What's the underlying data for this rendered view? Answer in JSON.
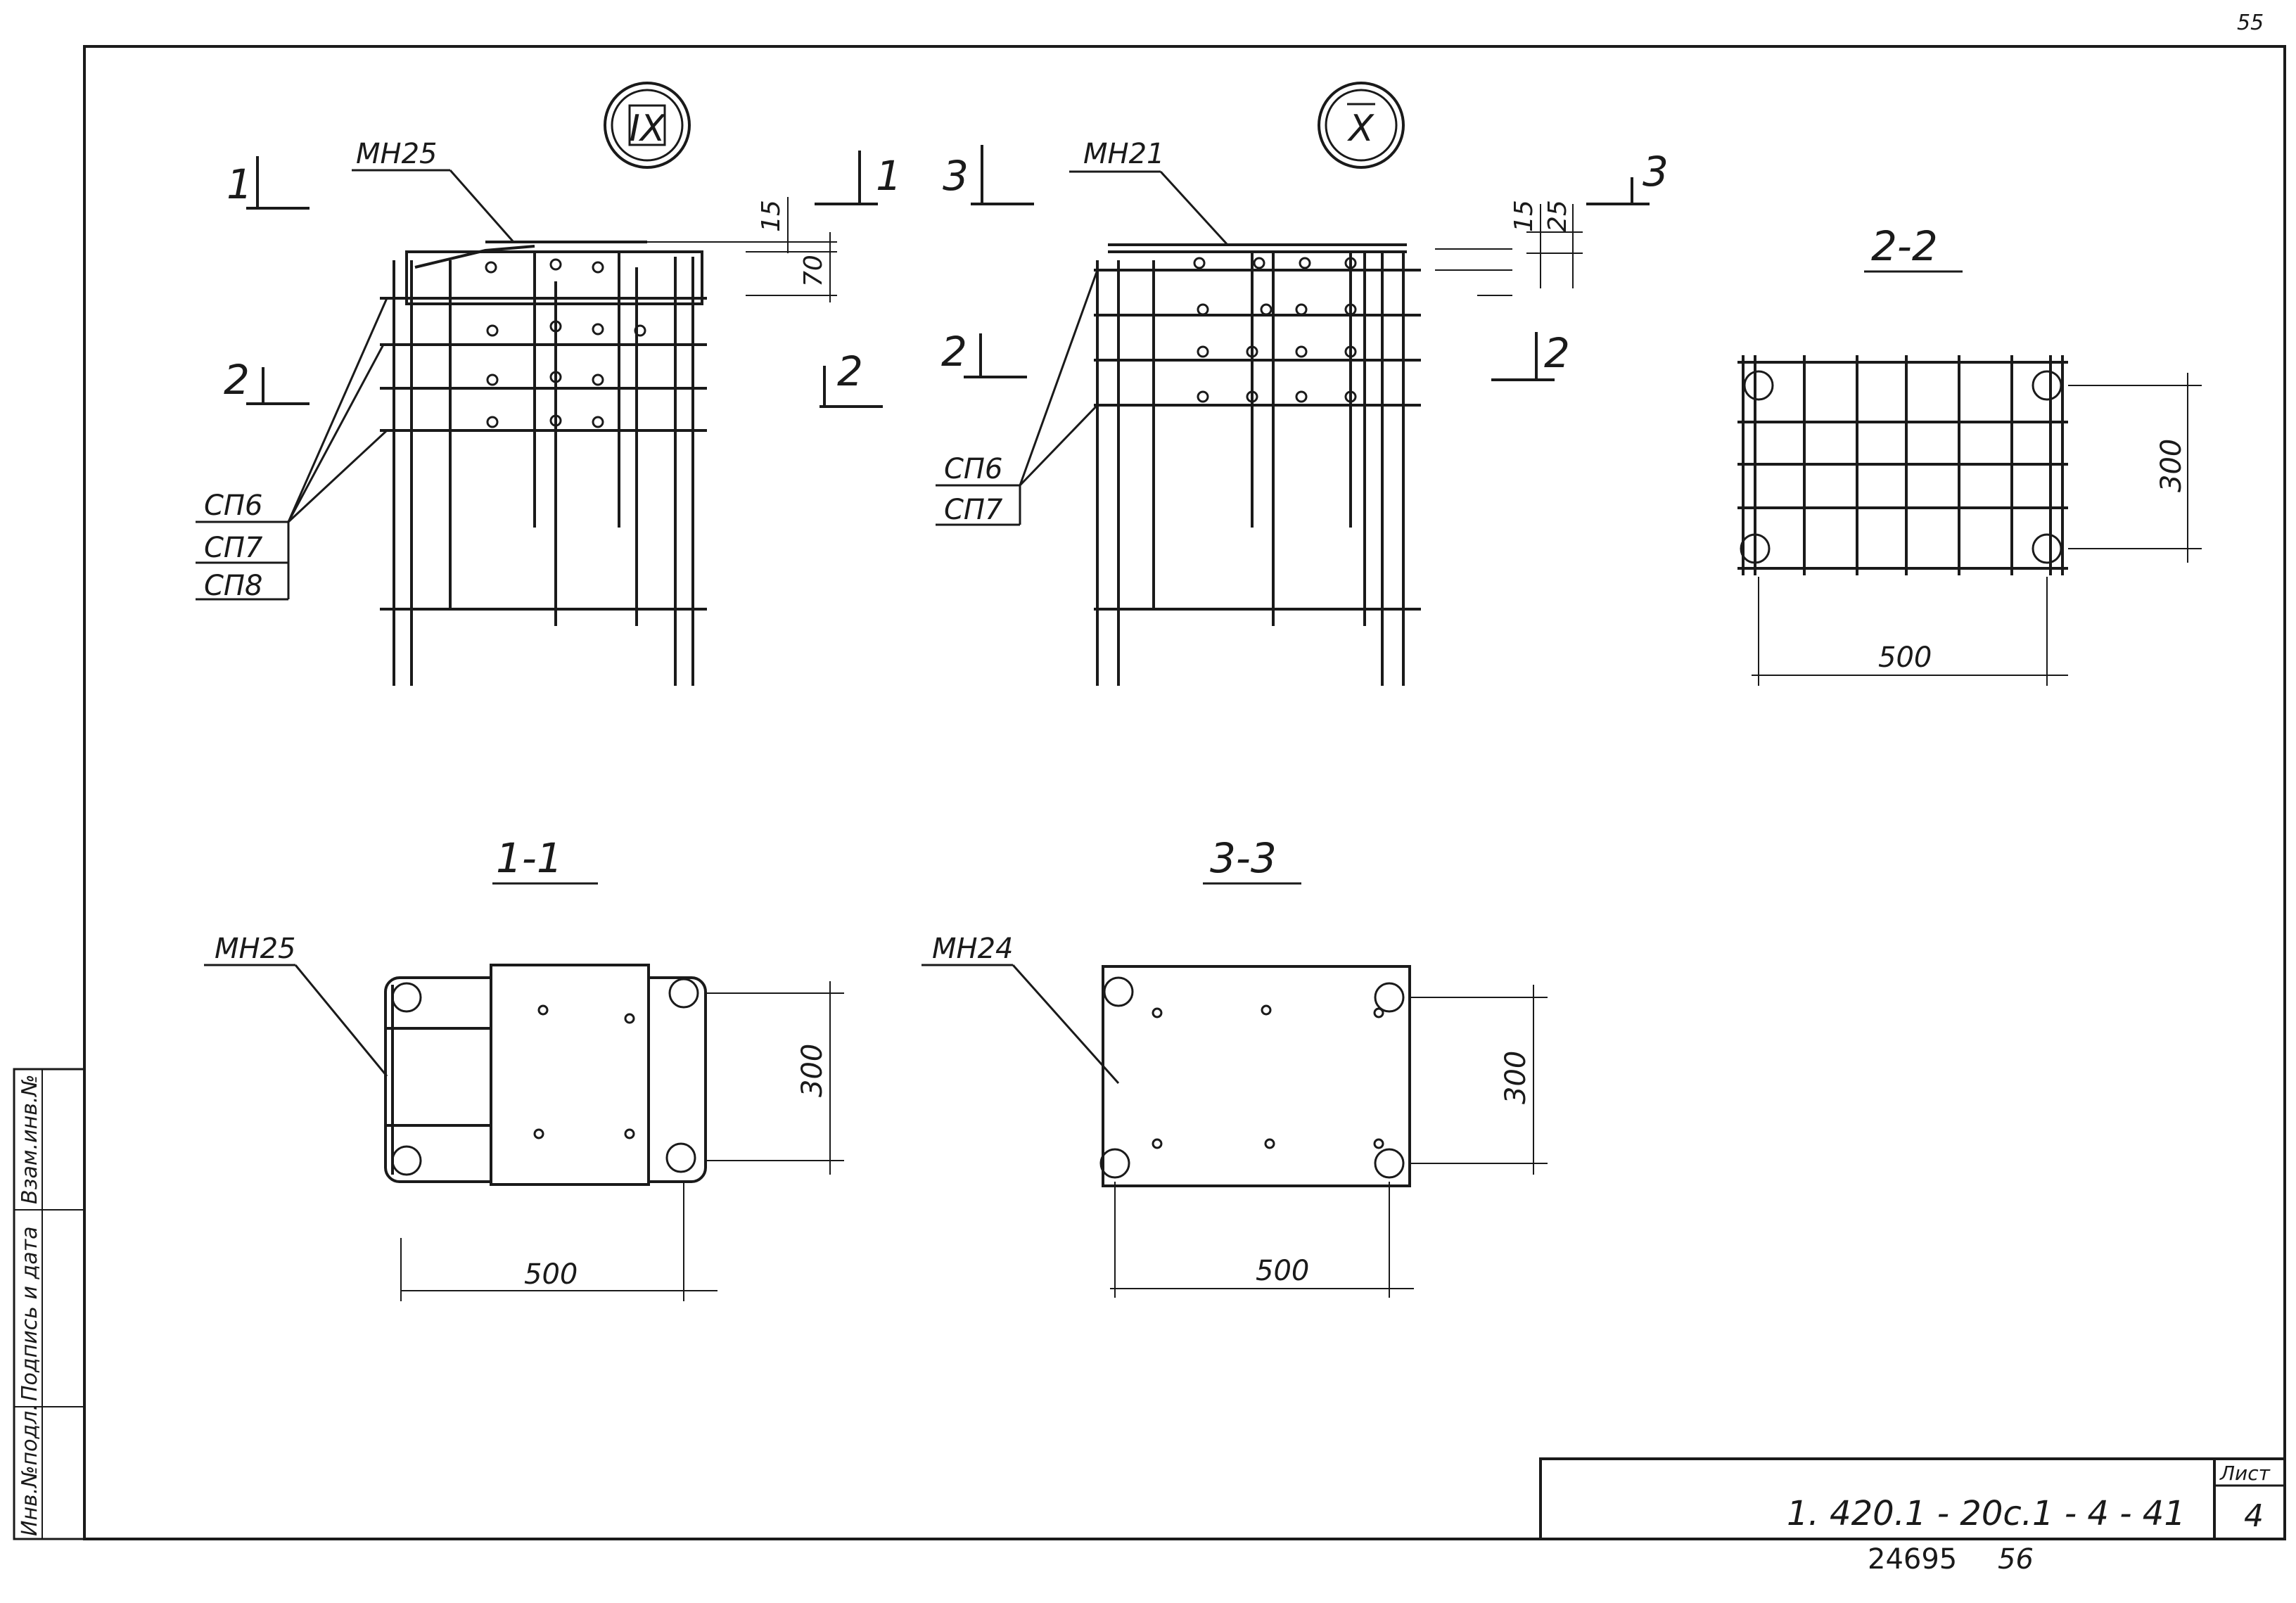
{
  "page_corner_number": "55",
  "view_markers": {
    "ix": "IX",
    "x": "X"
  },
  "section_marks": {
    "one": "1",
    "two": "2",
    "three": "3"
  },
  "section_titles": {
    "s22": "2-2",
    "s11": "1-1",
    "s33": "3-3"
  },
  "labels": {
    "mn25_top": "МН25",
    "mn21": "МН21",
    "mn25_plan": "МН25",
    "mn24": "МН24",
    "sp6_a": "СП6",
    "sp7_a": "СП7",
    "sp8_a": "СП8",
    "sp6_b": "СП6",
    "sp7_b": "СП7"
  },
  "dimensions": {
    "d15_a": "15",
    "d70": "70",
    "d15_b": "15",
    "d25": "25",
    "d300_22": "300",
    "d500_22": "500",
    "d300_11": "300",
    "d500_11": "500",
    "d300_33": "300",
    "d500_33": "500"
  },
  "side_stamp": {
    "c1": "Инв.№подл.",
    "c2": "Подпись и дата",
    "c3": "Взам.инв.№"
  },
  "title_block": {
    "code": "1. 420.1 - 20с.1 - 4 - 41",
    "sheet_label": "Лист",
    "sheet_no": "4"
  },
  "footer": {
    "archive_no": "24695",
    "page": "56"
  }
}
